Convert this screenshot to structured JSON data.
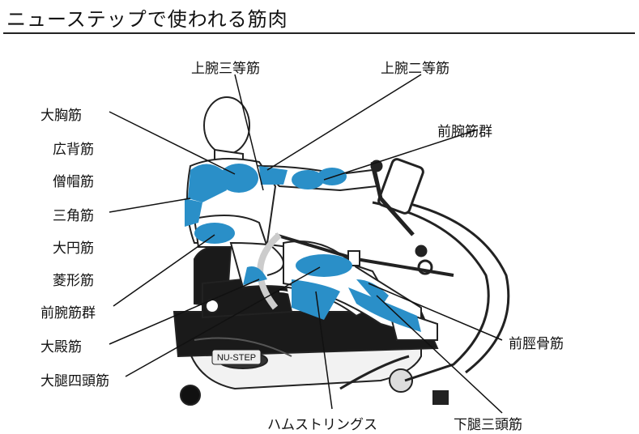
{
  "title": "ニューステップで使われる筋肉",
  "logo_text": "NU-STEP",
  "colors": {
    "muscle": "#2a8fc8",
    "outline": "#222222",
    "machine": "#1a1a1a"
  },
  "labels": {
    "upper_triceps": "上腕三等筋",
    "upper_biceps": "上腕二等筋",
    "pectoralis": "大胸筋",
    "latissimus": "広背筋",
    "trapezius": "僧帽筋",
    "deltoid": "三角筋",
    "teres_major": "大円筋",
    "rhomboid": "菱形筋",
    "forearm_left": "前腕筋群",
    "forearm_right": "前腕筋群",
    "gluteus": "大殿筋",
    "quadriceps": "大腿四頭筋",
    "hamstrings": "ハムストリングス",
    "tibialis": "前脛骨筋",
    "triceps_surae": "下腿三頭筋"
  }
}
